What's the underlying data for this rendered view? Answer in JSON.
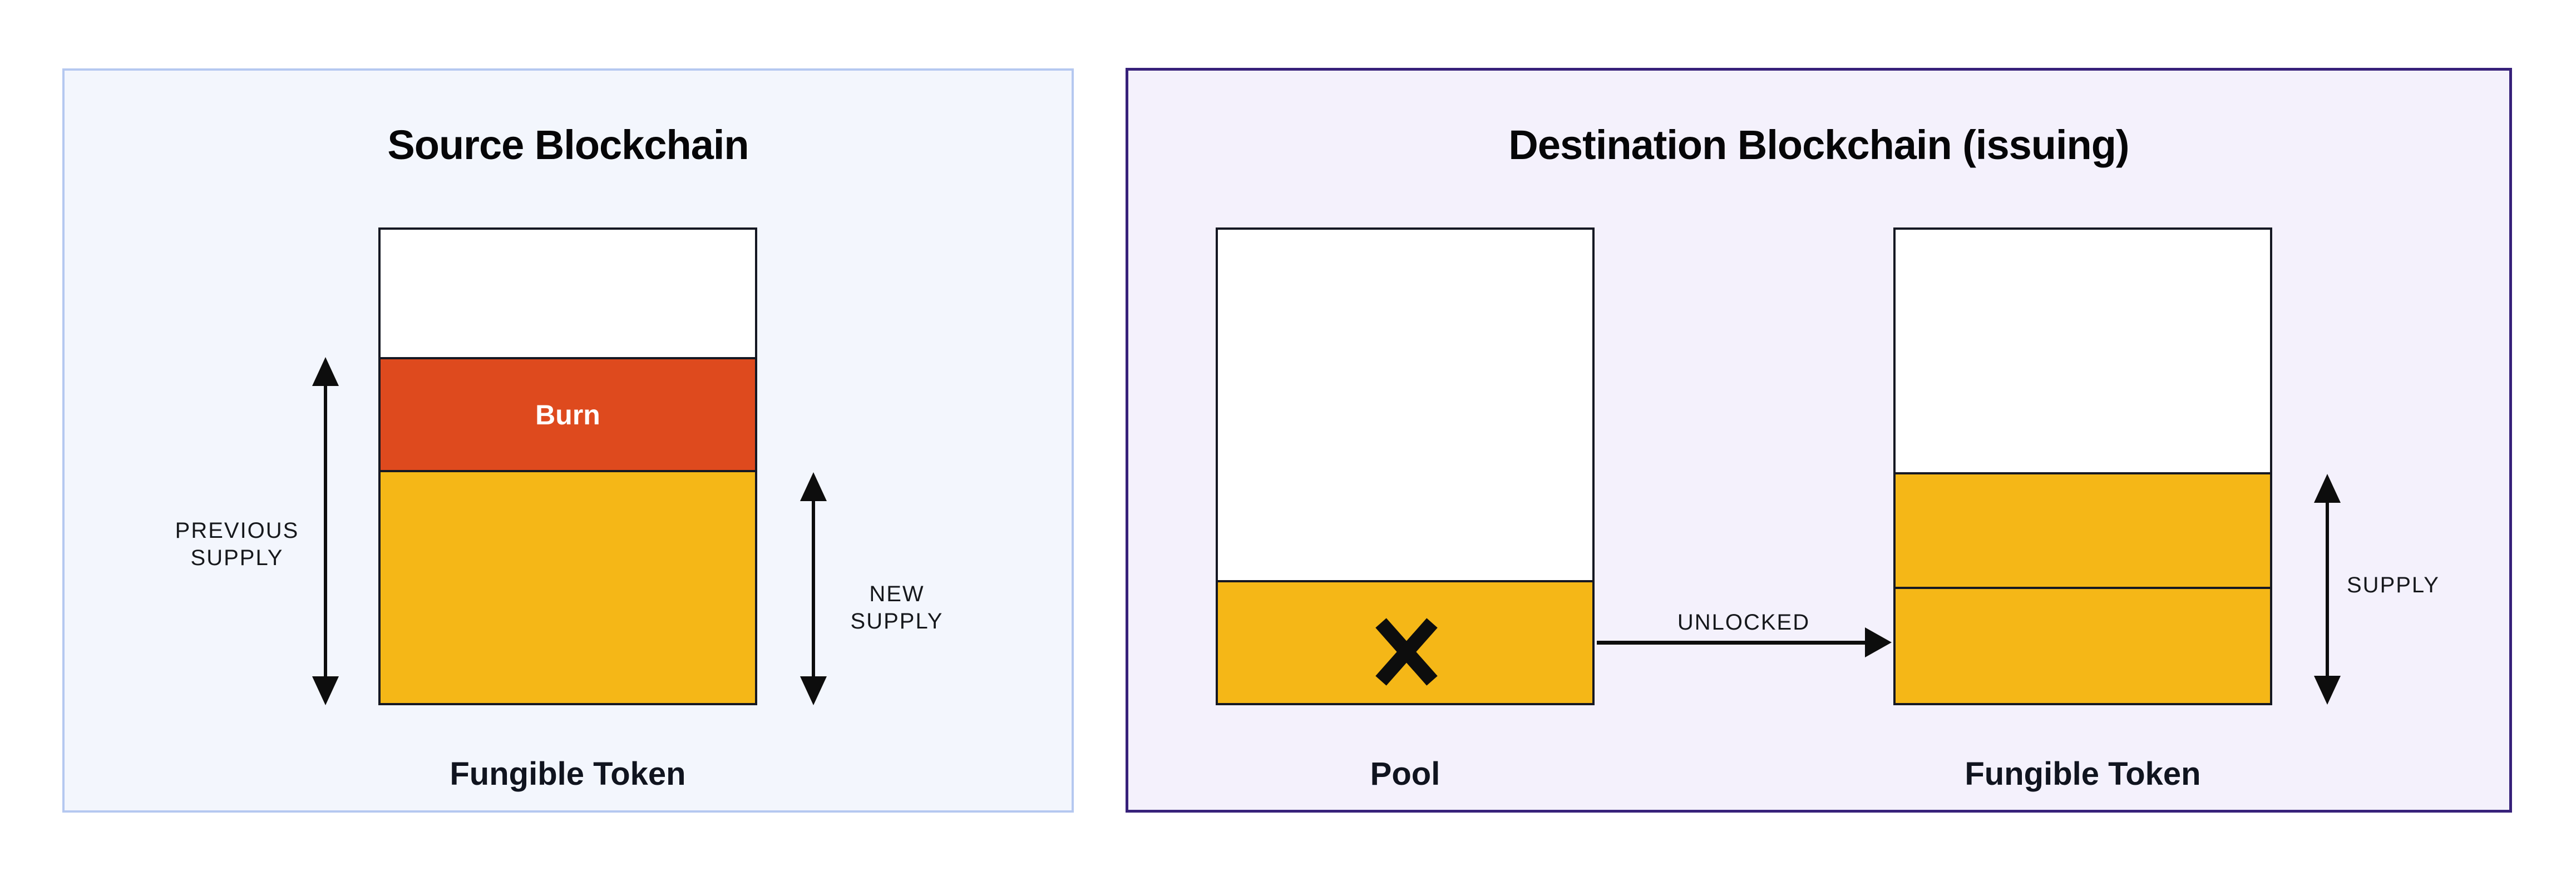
{
  "page": {
    "background": "#FFFFFF"
  },
  "colors": {
    "token_yellow": "#F5B717",
    "burn_orange": "#DE4A1E",
    "source_panel_bg": "#F3F6FD",
    "source_panel_border": "#B5C8F0",
    "destination_panel_bg": "#F4F1FC",
    "destination_panel_border": "#37217A",
    "bar_outline": "#151823",
    "arrow_color": "#0D0D0D",
    "burn_text": "#FFFFFF"
  },
  "source_panel": {
    "title": "Source Blockchain",
    "burn_label": "Burn",
    "token_label": "Fungible Token",
    "previous_supply": {
      "line1": "PREVIOUS",
      "line2": "SUPPLY"
    },
    "new_supply": {
      "line1": "NEW",
      "line2": "SUPPLY"
    }
  },
  "destination_panel": {
    "title": "Destination Blockchain (issuing)",
    "pool_label": "Pool",
    "unlocked_label": "UNLOCKED",
    "supply_label": "SUPPLY",
    "token_label": "Fungible Token"
  }
}
